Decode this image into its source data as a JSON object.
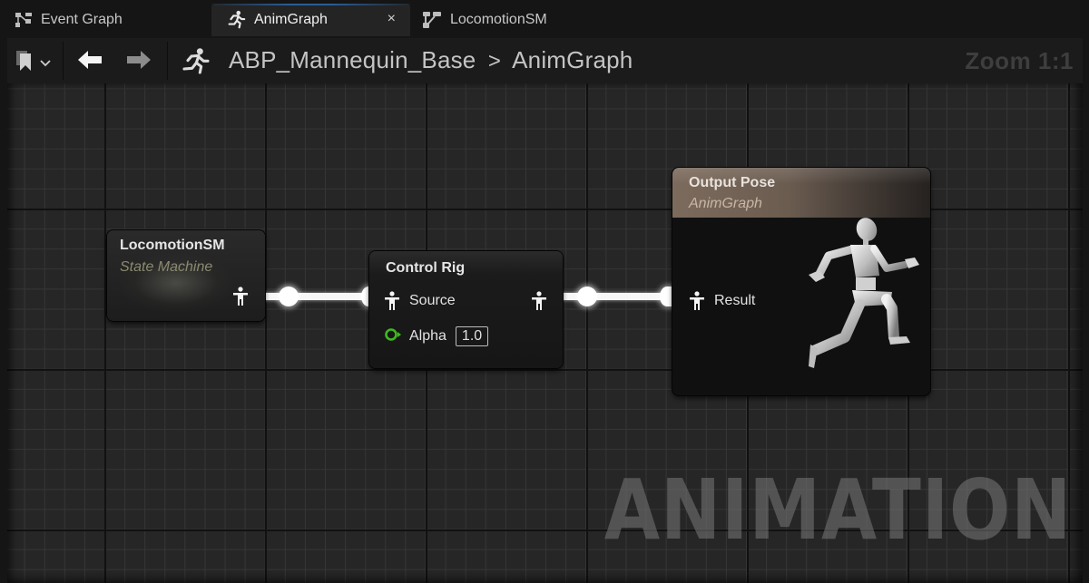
{
  "tabs": [
    {
      "label": "Event Graph",
      "icon": "event-graph-icon",
      "active": false
    },
    {
      "label": "AnimGraph",
      "icon": "running-man-icon",
      "active": true,
      "close": "×"
    },
    {
      "label": "LocomotionSM",
      "icon": "state-machine-icon",
      "active": false
    }
  ],
  "toolbar": {
    "bookmark_icon": "bookmark-icon",
    "dropdown_icon": "chevron-down-icon",
    "back_icon": "arrow-left-icon",
    "forward_icon": "arrow-right-icon",
    "breadcrumb": {
      "icon": "running-man-icon",
      "root": "ABP_Mannequin_Base",
      "separator": ">",
      "current": "AnimGraph"
    },
    "zoom": "Zoom 1:1"
  },
  "graph": {
    "watermark": "ANIMATION",
    "nodes": {
      "locomotion_sm": {
        "title": "LocomotionSM",
        "subtitle": "State Machine",
        "output_pin_icon": "pose-pin-icon"
      },
      "control_rig": {
        "title": "Control Rig",
        "source_label": "Source",
        "alpha_label": "Alpha",
        "alpha_value": "1.0",
        "alpha_pin_color": "#3dbb1e"
      },
      "output_pose": {
        "title": "Output Pose",
        "subtitle": "AnimGraph",
        "result_label": "Result",
        "header_color": "#7c6b5d"
      }
    }
  },
  "colors": {
    "background": "#262626",
    "wire": "#f7f7f7",
    "active_tab_accent": "#2a5d96"
  }
}
